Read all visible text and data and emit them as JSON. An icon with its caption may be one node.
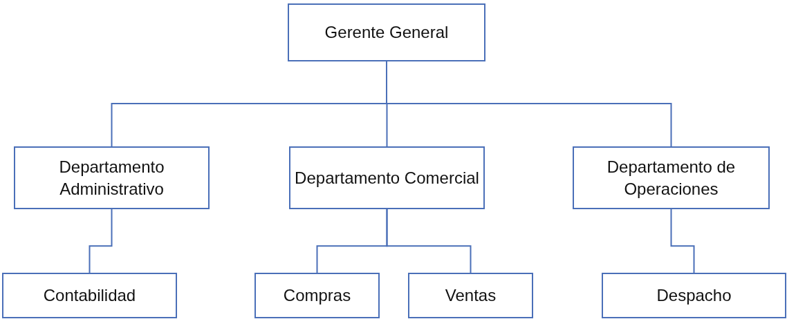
{
  "diagram": {
    "nodes": [
      {
        "text": [
          "Gerente General"
        ]
      },
      {
        "text": [
          "Departamento Administrativo"
        ]
      },
      {
        "text": [
          "Departamento Comercial"
        ]
      },
      {
        "text": [
          "Departamento de Operaciones"
        ]
      },
      {
        "text": [
          "Contabilidad"
        ]
      },
      {
        "text": [
          "Compras"
        ]
      },
      {
        "text": [
          "Ventas"
        ]
      },
      {
        "text": [
          "Despacho"
        ]
      }
    ],
    "edges": [
      {
        "from": 0,
        "to": 1,
        "arrow": "none"
      },
      {
        "from": 0,
        "to": 2,
        "arrow": "none"
      },
      {
        "from": 0,
        "to": 3,
        "arrow": "none"
      },
      {
        "from": 1,
        "to": 4,
        "arrow": "none"
      },
      {
        "from": 2,
        "to": 5,
        "arrow": "none"
      },
      {
        "from": 2,
        "to": 6,
        "arrow": "none"
      },
      {
        "from": 3,
        "to": 7,
        "arrow": "none"
      }
    ]
  }
}
